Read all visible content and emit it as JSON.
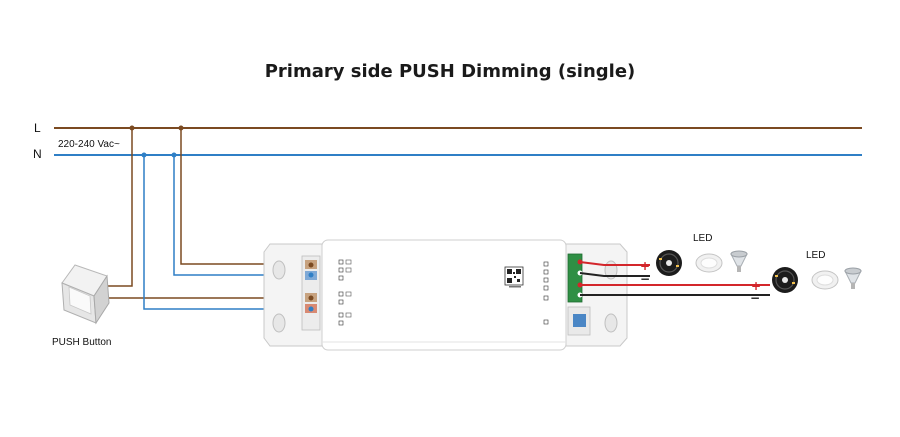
{
  "diagram": {
    "title": "Primary side PUSH Dimming (single)",
    "mains": {
      "line_label": "L",
      "neutral_label": "N",
      "voltage_label": "220-240 Vac~"
    },
    "push_button": {
      "label": "PUSH Button"
    },
    "outputs": [
      {
        "label": "LED",
        "plus": "+",
        "minus": "−"
      },
      {
        "label": "LED",
        "plus": "+",
        "minus": "−"
      }
    ],
    "colors": {
      "live_wire": "#7b4a21",
      "neutral_wire": "#2f7fc6",
      "positive_wire": "#d3262b",
      "negative_wire": "#222222",
      "driver_body": "#ffffff",
      "terminal_green": "#2f8f44"
    }
  }
}
